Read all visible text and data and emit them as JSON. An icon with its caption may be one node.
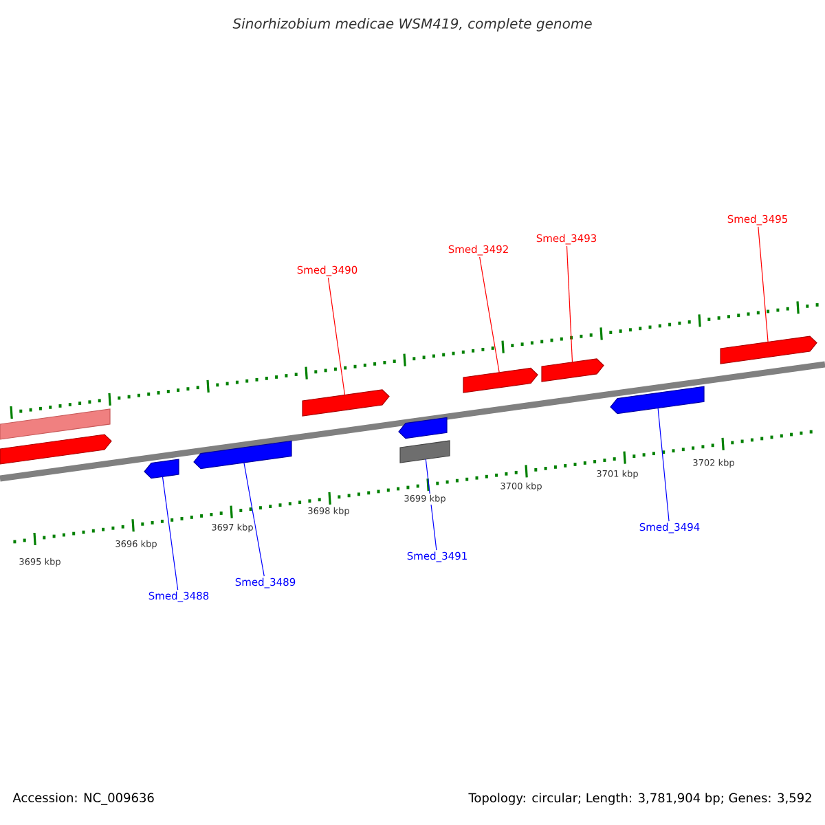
{
  "diagram": {
    "title": "Sinorhizobium medicae WSM419, complete genome",
    "nodes": [
      {
        "text": [
          "Smed_3488"
        ]
      },
      {
        "text": [
          "Smed_3489"
        ]
      },
      {
        "text": [
          "Smed_3490"
        ]
      },
      {
        "text": [
          "Smed_3491"
        ]
      },
      {
        "text": [
          "Smed_3492"
        ]
      },
      {
        "text": [
          "Smed_3493"
        ]
      },
      {
        "text": [
          "Smed_3494"
        ]
      },
      {
        "text": [
          "Smed_3495"
        ]
      },
      {
        "text": [],
        "shape": "bar"
      },
      {
        "text": [],
        "shape": "pentagon"
      },
      {
        "text": [],
        "shape": "pentagon"
      },
      {
        "text": [],
        "shape": "pentagon"
      },
      {
        "text": [],
        "shape": "pentagon"
      },
      {
        "text": [],
        "shape": "pentagon"
      },
      {
        "text": [],
        "shape": "pentagon"
      },
      {
        "text": [],
        "shape": "bar"
      },
      {
        "text": [],
        "shape": "pentagon"
      },
      {
        "text": [],
        "shape": "pentagon"
      },
      {
        "text": [],
        "shape": "pentagon"
      }
    ],
    "edges": [
      {
        "from": 0,
        "to": 9,
        "arrow": "none",
        "color": "#0000ff"
      },
      {
        "from": 1,
        "to": 10,
        "arrow": "none",
        "color": "#0000ff"
      },
      {
        "from": 2,
        "to": 11,
        "arrow": "none",
        "color": "#ff0000"
      },
      {
        "from": 3,
        "to": 15,
        "arrow": "none",
        "color": "#0000ff"
      },
      {
        "from": 4,
        "to": 16,
        "arrow": "none",
        "color": "#ff0000"
      },
      {
        "from": 5,
        "to": 17,
        "arrow": "none",
        "color": "#ff0000"
      },
      {
        "from": 6,
        "to": 13,
        "arrow": "none",
        "color": "#0000ff"
      },
      {
        "from": 7,
        "to": 18,
        "arrow": "none",
        "color": "#ff0000"
      }
    ],
    "labels": [
      "3695 kbp",
      "3696 kbp",
      "3697 kbp",
      "3698 kbp",
      "3699 kbp",
      "3700 kbp",
      "3701 kbp",
      "3702 kbp",
      "Accession: NC_009636",
      "Topology: circular; Length: 3,781,904 bp; Genes: 3,592"
    ]
  }
}
